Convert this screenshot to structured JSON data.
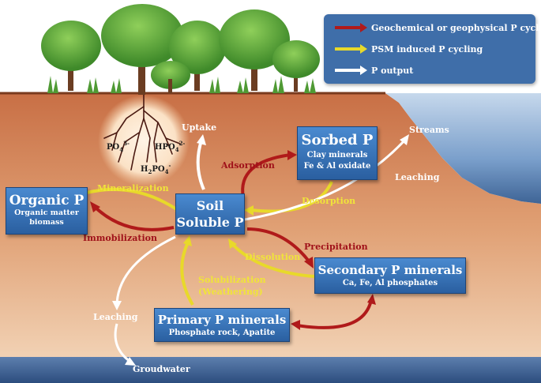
{
  "legend": {
    "items": [
      {
        "label": "Geochemical or geophysical P cycling",
        "color": "#b01a1a"
      },
      {
        "label": "PSM induced P cycling",
        "color": "#e8d92a"
      },
      {
        "label": "P  output",
        "color": "#ffffff"
      }
    ]
  },
  "boxes": {
    "organic": {
      "title": "Organic P",
      "sub1": "Organic matter",
      "sub2": "biomass"
    },
    "soluble": {
      "title1": "Soil",
      "title2": "Soluble P"
    },
    "sorbed": {
      "title": "Sorbed P",
      "sub1": "Clay minerals",
      "sub2": "Fe & Al oxidate"
    },
    "secondary": {
      "title": "Secondary P minerals",
      "sub": "Ca, Fe, Al phosphates"
    },
    "primary": {
      "title": "Primary P minerals",
      "sub": "Phosphate rock, Apatite"
    }
  },
  "processes": {
    "mineralization": "Mineralization",
    "immobilization": "Immobilization",
    "adsorption": "Adsorption",
    "desorption": "Desorption",
    "precipitation": "Precipitation",
    "dissolution": "Dissolution",
    "solubilization1": "Solubilization",
    "solubilization2": "(Weathering)",
    "uptake": "Uptake",
    "streams": "Streams",
    "leaching_right": "Leaching",
    "leaching_left": "Leaching",
    "groundwater": "Groudwater"
  },
  "ions": {
    "po4": "PO",
    "hpo4": "HPO",
    "h2po4": "H",
    "po4_sup": "3-",
    "hpo4_sub": "4",
    "hpo4_sup": "2-",
    "h2po4_sub": "2",
    "h2po4_mid": "PO",
    "h2po4_tail": "4",
    "h2po4_sup": "-",
    "po4_sub": "4"
  },
  "colors": {
    "geochemical": "#b01a1a",
    "psm": "#e8d92a",
    "output": "#ffffff",
    "box": "#2f66ab",
    "legend_bg": "#3f6ea9",
    "soil": "#d88f63",
    "sky_water": "#8fb0d6"
  }
}
